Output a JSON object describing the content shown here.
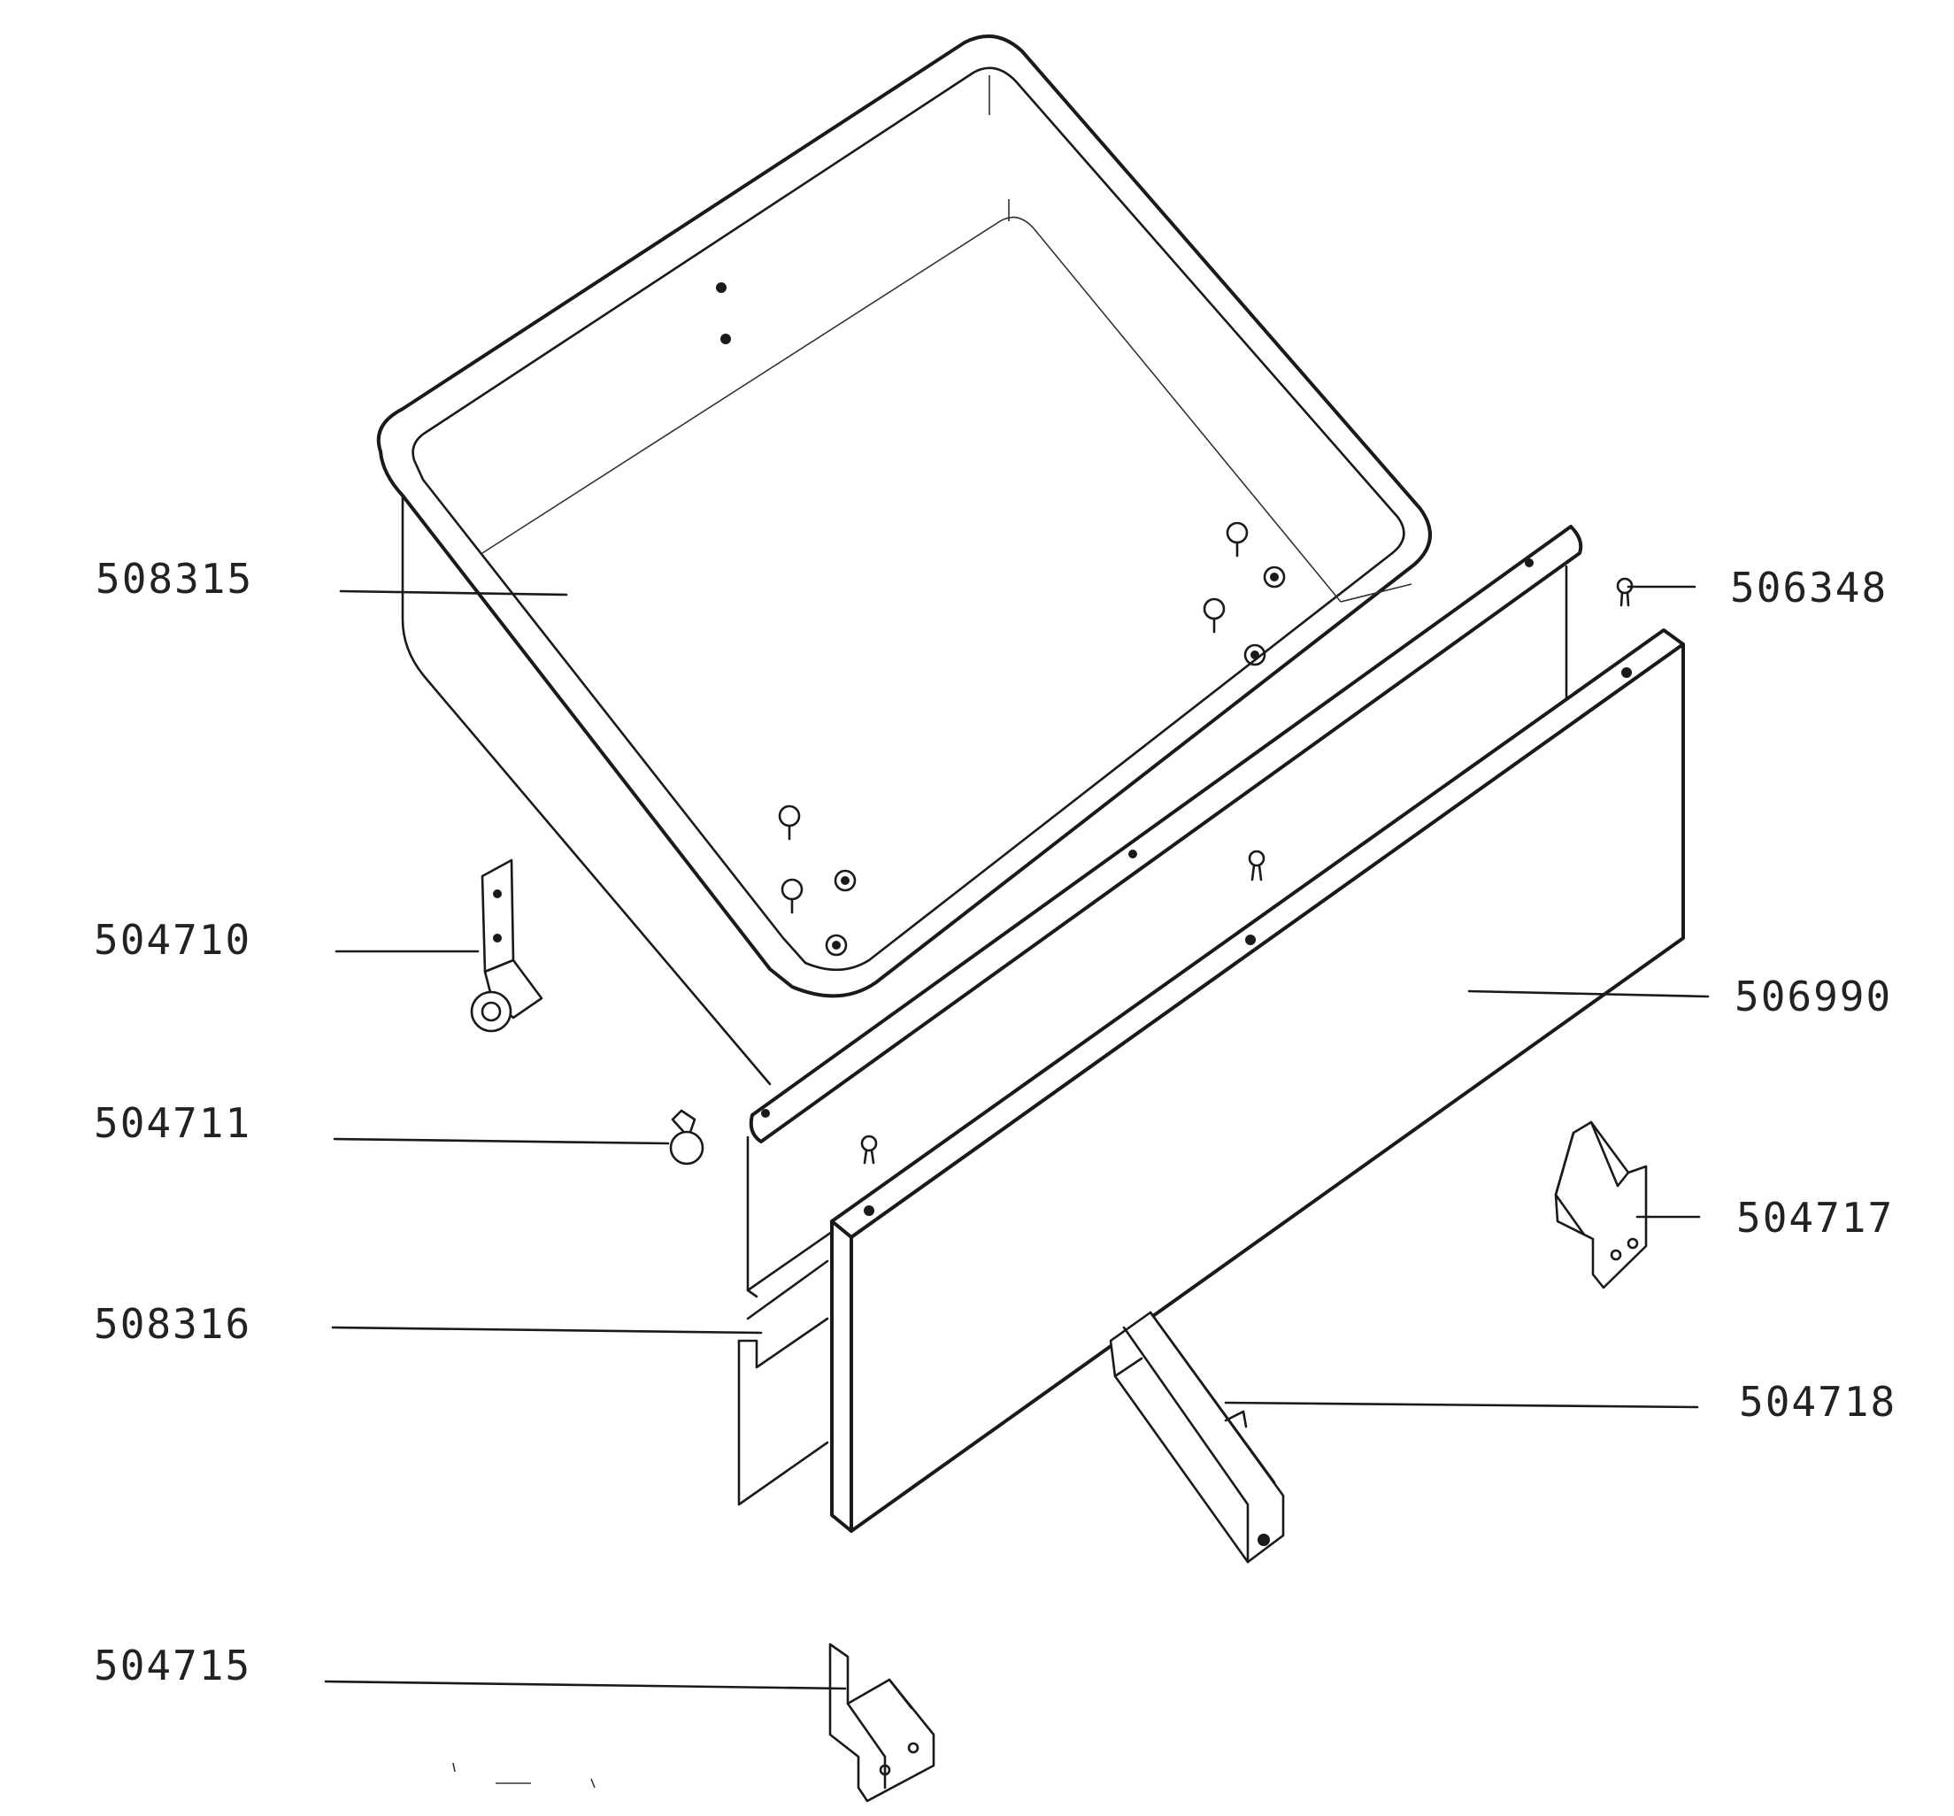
{
  "diagram": {
    "part_labels": {
      "p508315": "508315",
      "p504710": "504710",
      "p504711": "504711",
      "p508316": "508316",
      "p504715": "504715",
      "p506348": "506348",
      "p506990": "506990",
      "p504717": "504717",
      "p504718": "504718"
    }
  },
  "colors": {
    "line": "#1a1a1a",
    "background": "#ffffff"
  }
}
